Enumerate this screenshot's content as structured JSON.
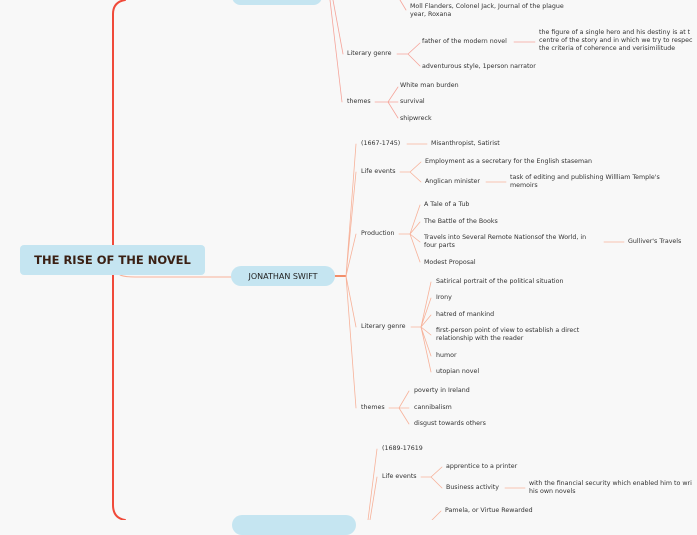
{
  "root": {
    "title": "THE RISE OF THE NOVEL"
  },
  "defoe": {
    "works_line1": "Moll Flanders, Colonel Jack, Journal of the plague",
    "works_line2": "year, Roxana",
    "literary_genre": {
      "label": "Literary genre",
      "father": "father of the modern novel",
      "father_detail": [
        "the figure of a single hero and his destiny is at t",
        "centre of the story and in which we try to respec",
        "the criteria of coherence and verisimilitude"
      ],
      "style": "adventurous style, 1person narrator"
    },
    "themes": {
      "label": "themes",
      "items": [
        "White man burden",
        "survival",
        "shipwreck"
      ]
    }
  },
  "swift": {
    "title": "JONATHAN SWIFT",
    "dates": "(1667-1745)",
    "dates_detail": "Misanthropist, Satirist",
    "life_events": {
      "label": "Life events",
      "employment": "Employment as a secretary for the English staseman",
      "anglican": "Anglican minister",
      "anglican_detail": [
        "task of editing and publishing Willliam Temple's",
        "memoirs"
      ]
    },
    "production": {
      "label": "Production",
      "tale": "A Tale of a Tub",
      "battle": "The Battle of the Books",
      "travels": [
        "Travels into Several Remote Nationsof the World, in",
        "four parts"
      ],
      "gulliver": "Gulliver's Travels",
      "modest": "Modest Proposal"
    },
    "literary_genre": {
      "label": "Literary genre",
      "items": [
        "Satirical portrait of the political situation",
        "Irony",
        "hatred of mankind",
        "first-person point of view to establish a direct",
        "relationship with the reader",
        "humor",
        "utopian novel"
      ]
    },
    "themes": {
      "label": "themes",
      "items": [
        "poverty in Ireland",
        "cannibalism",
        "disgust towards others"
      ]
    }
  },
  "richardson": {
    "dates": "(1689-17619",
    "life_events": {
      "label": "Life events",
      "apprentice": "apprentice to a printer",
      "business": "Business activity",
      "business_detail": [
        "with the financial security which enabled him to wri",
        "his own novels"
      ]
    },
    "pamela": "Pamela, or Virtue Rewarded"
  },
  "colors": {
    "node": "#c5e5f1",
    "trunk": "#f04a3a",
    "branch": "#f08a6a",
    "leaf_line": "#f5b9a4"
  }
}
